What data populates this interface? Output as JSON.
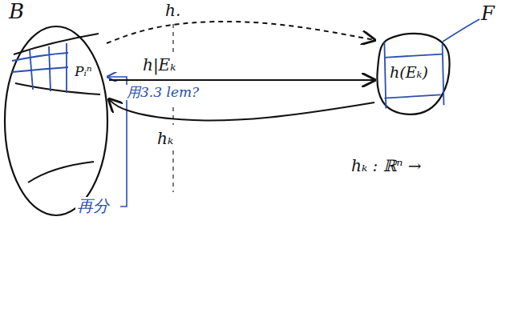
{
  "diagram": {
    "nodes": [
      {
        "text": [
          "B",
          "Pᵢⁿ"
        ]
      },
      {
        "text": [
          "F",
          "h(Eₖ)"
        ]
      }
    ],
    "edges": [
      {
        "from": 0,
        "to": 1,
        "arrow": "to",
        "label": "h|Eₖ"
      },
      {
        "from": 0,
        "to": 1,
        "arrow": "to",
        "label": "h."
      },
      {
        "from": 1,
        "to": 0,
        "arrow": "to",
        "label": "用3.3 lem?"
      }
    ],
    "labels": [
      "hₖ",
      "再分",
      "hₖ : ℝⁿ →"
    ]
  }
}
